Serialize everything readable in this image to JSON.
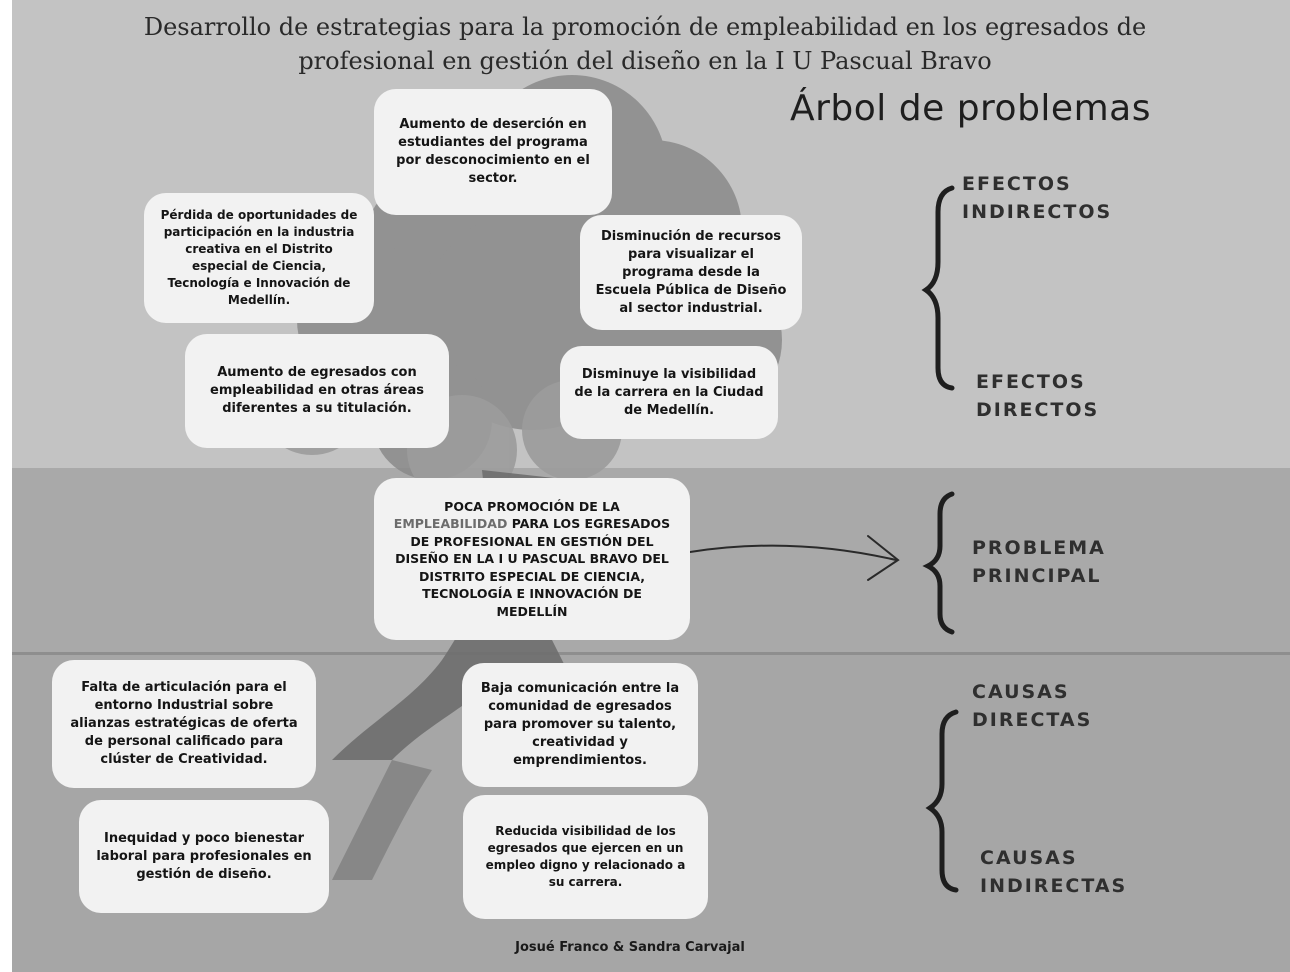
{
  "header": {
    "title_line1": "Desarrollo de estrategias para la promoción de empleabilidad en los egresados de",
    "title_line2": "profesional en gestión del diseño en la I U Pascual Bravo",
    "subtitle": "Árbol de problemas"
  },
  "effects": {
    "e1": "Aumento de deserción en estudiantes del programa por desconocimiento en el sector.",
    "e2": "Pérdida de oportunidades de participación en la industria creativa en el Distrito especial de Ciencia, Tecnología e Innovación de Medellín.",
    "e3": "Disminución de recursos para visualizar el programa  desde la Escuela Pública de Diseño al sector industrial.",
    "e4": "Aumento de egresados con empleabilidad en otras áreas diferentes a su titulación.",
    "e5": "Disminuye la visibilidad de la carrera en la Ciudad de Medellín."
  },
  "problem": {
    "part1": "POCA PROMOCIÓN DE LA",
    "highlight": "EMPLEABILIDAD",
    "part2": "PARA LOS EGRESADOS DE PROFESIONAL EN GESTIÓN DEL DISEÑO EN LA I U PASCUAL BRAVO DEL DISTRITO ESPECIAL DE CIENCIA, TECNOLOGÍA E INNOVACIÓN DE MEDELLÍN"
  },
  "causes": {
    "c1": "Falta de  articulación para el entorno Industrial sobre alianzas estratégicas de oferta de personal calificado para clúster de Creatividad.",
    "c2": "Baja comunicación entre la comunidad de egresados para promover su talento, creatividad y emprendimientos.",
    "c3": "Inequidad y poco bienestar laboral para profesionales en gestión de diseño.",
    "c4": "Reducida visibilidad de los egresados que ejercen en un empleo digno y relacionado a su carrera."
  },
  "labels": {
    "indirect_effects_1": "EFECTOS",
    "indirect_effects_2": "INDIRECTOS",
    "direct_effects_1": "EFECTOS",
    "direct_effects_2": "DIRECTOS",
    "main_problem_1": "PROBLEMA",
    "main_problem_2": "PRINCIPAL",
    "direct_causes_1": "CAUSAS",
    "direct_causes_2": "DIRECTAS",
    "indirect_causes_1": "CAUSAS",
    "indirect_causes_2": "INDIRECTAS"
  },
  "footer": {
    "authors": "Josué Franco & Sandra Carvajal"
  },
  "colors": {
    "top_band": "#c3c3c3",
    "middle_band": "#a9a9a9",
    "bottom_band": "#a6a6a6",
    "box_fill": "#f2f2f2",
    "highlight_text": "#6c6c6c"
  }
}
